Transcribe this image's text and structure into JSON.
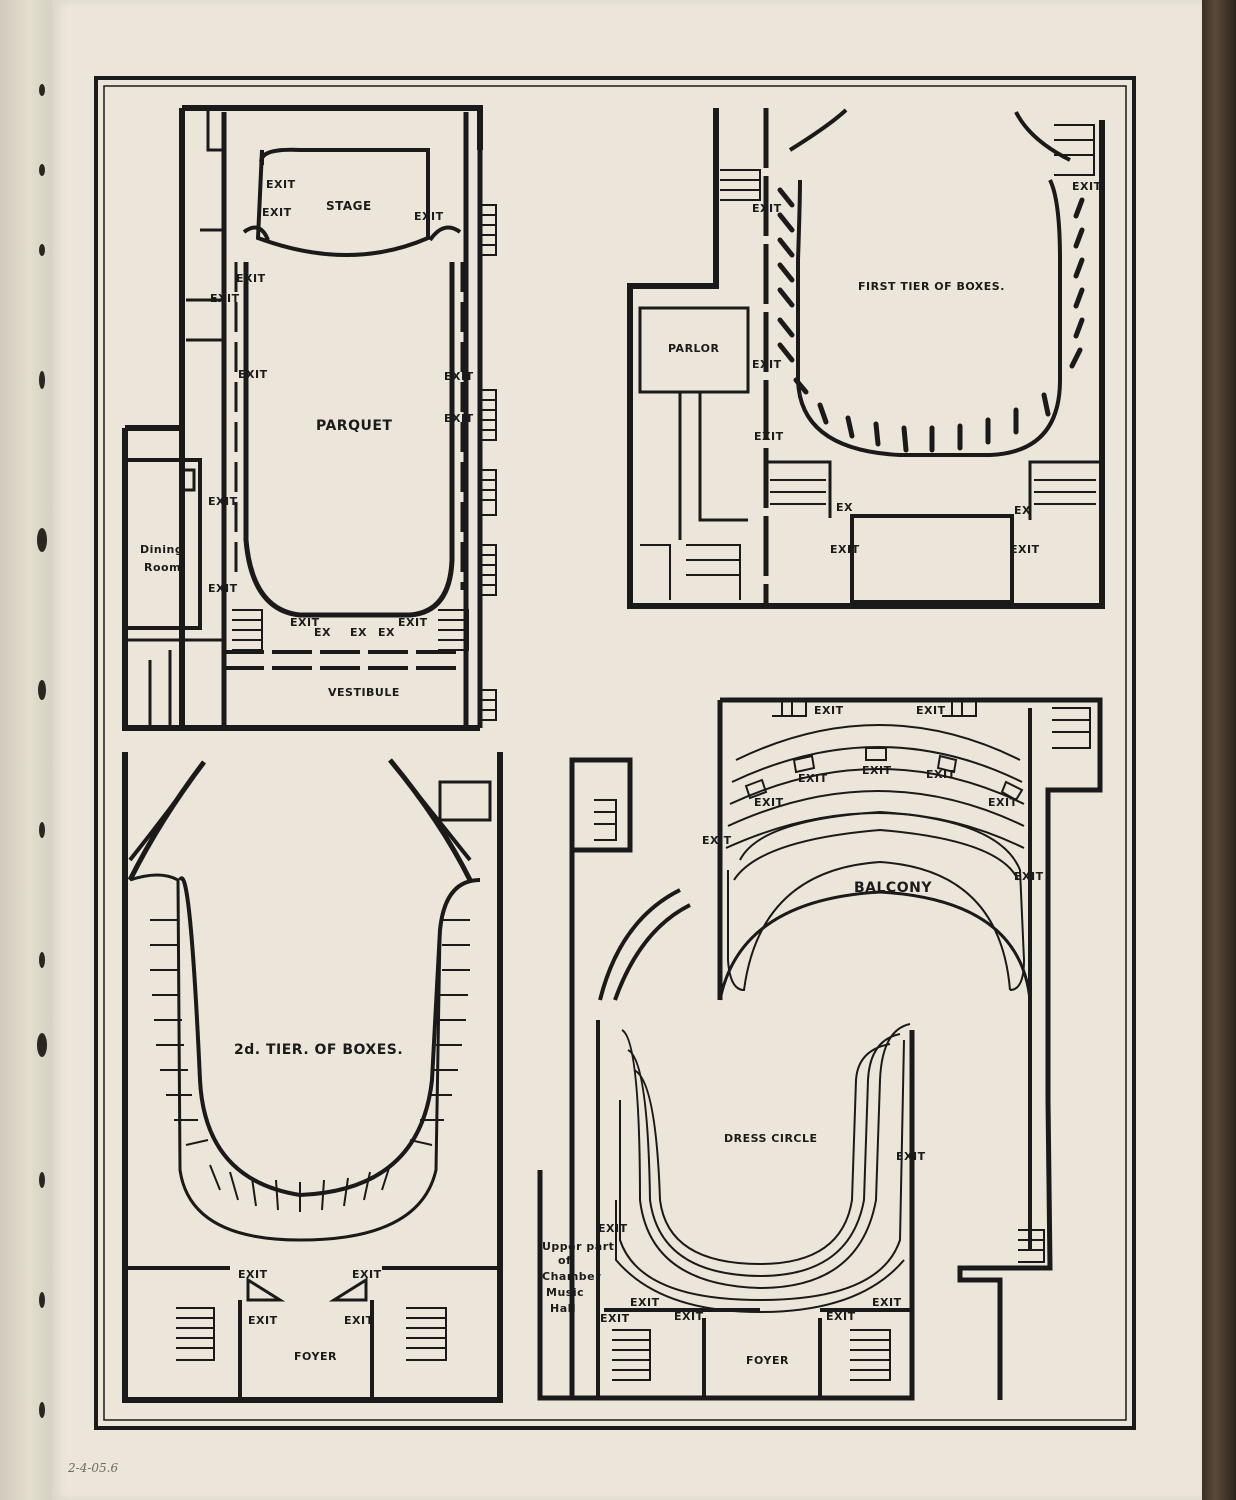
{
  "labels": {
    "stage": "STAGE",
    "parquet": "PARQUET",
    "vestibule": "VESTIBULE",
    "dining_line1": "Dining",
    "dining_line2": "Room",
    "first_tier": "FIRST TIER OF BOXES.",
    "parlor": "PARLOR",
    "second_tier": "2d. TIER. OF BOXES.",
    "foyer": "FOYER",
    "balcony": "BALCONY",
    "dress_circle": "DRESS CIRCLE",
    "chamber_line1": "Upper part",
    "chamber_line2": "of",
    "chamber_line3": "Chamber",
    "chamber_line4": "Music",
    "chamber_line5": "Hall",
    "exit": "EXIT",
    "ex": "EX"
  },
  "handwritten_note": "2-4-05.6",
  "colors": {
    "paper": "#ebe6d9",
    "ink": "#1a1a1a",
    "spine": "#cfcabd"
  }
}
